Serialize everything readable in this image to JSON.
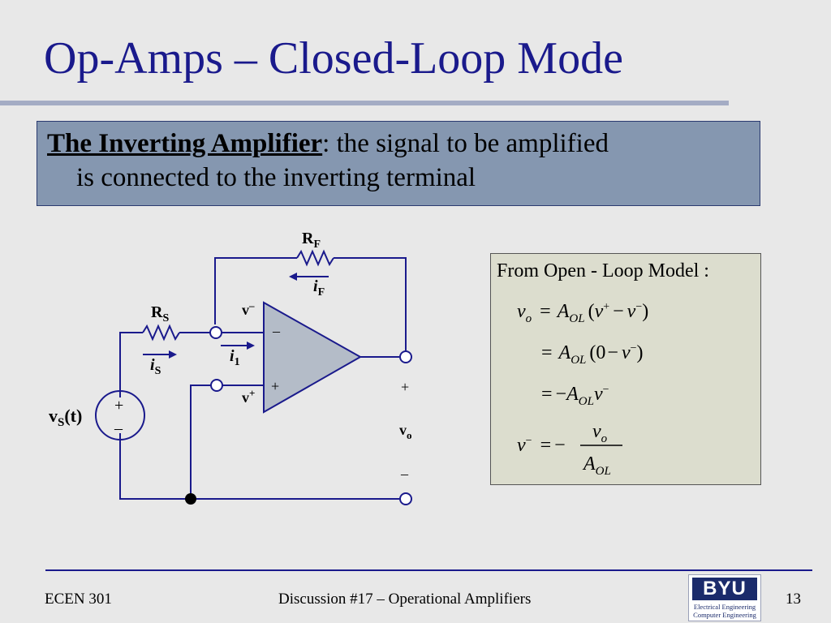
{
  "slide": {
    "title": "Op-Amps – Closed-Loop Mode",
    "intro": {
      "term": "The Inverting Amplifier",
      "line1_rest": ": the signal to be amplified",
      "line2": "is connected to the inverting terminal"
    }
  },
  "circuit": {
    "rf": "R",
    "rf_sub": "F",
    "if": "i",
    "if_sub": "F",
    "rs": "R",
    "rs_sub": "S",
    "is": "i",
    "is_sub": "S",
    "i1": "i",
    "i1_sub": "1",
    "vminus": "v",
    "vminus_sup": "–",
    "vplus": "v",
    "vplus_sup": "+",
    "opamp_minus": "–",
    "opamp_plus": "+",
    "source": "v",
    "source_sub": "S",
    "source_arg": "(t)",
    "source_plus": "+",
    "source_minus": "–",
    "vo": "v",
    "vo_sub": "o",
    "out_plus": "+",
    "out_minus": "–"
  },
  "equations": {
    "header": "From Open - Loop Model :",
    "line1": "v_o = A_OL (v⁺ − v⁻)",
    "line2": "= A_OL (0 − v⁻)",
    "line3": "= −A_OL v⁻",
    "line4": "v⁻ = − v_o / A_OL"
  },
  "footer": {
    "left": "ECEN 301",
    "center": "Discussion #17 – Operational Amplifiers",
    "page": "13"
  },
  "logo": {
    "mark": "BYU",
    "line1": "Electrical Engineering",
    "line2": "Computer Engineering"
  },
  "colors": {
    "title": "#1a1a8c",
    "intro_box": "#8597b0",
    "equation_box": "#dcddce",
    "opamp_fill": "#b4bcc8",
    "background": "#e8e8e8"
  }
}
